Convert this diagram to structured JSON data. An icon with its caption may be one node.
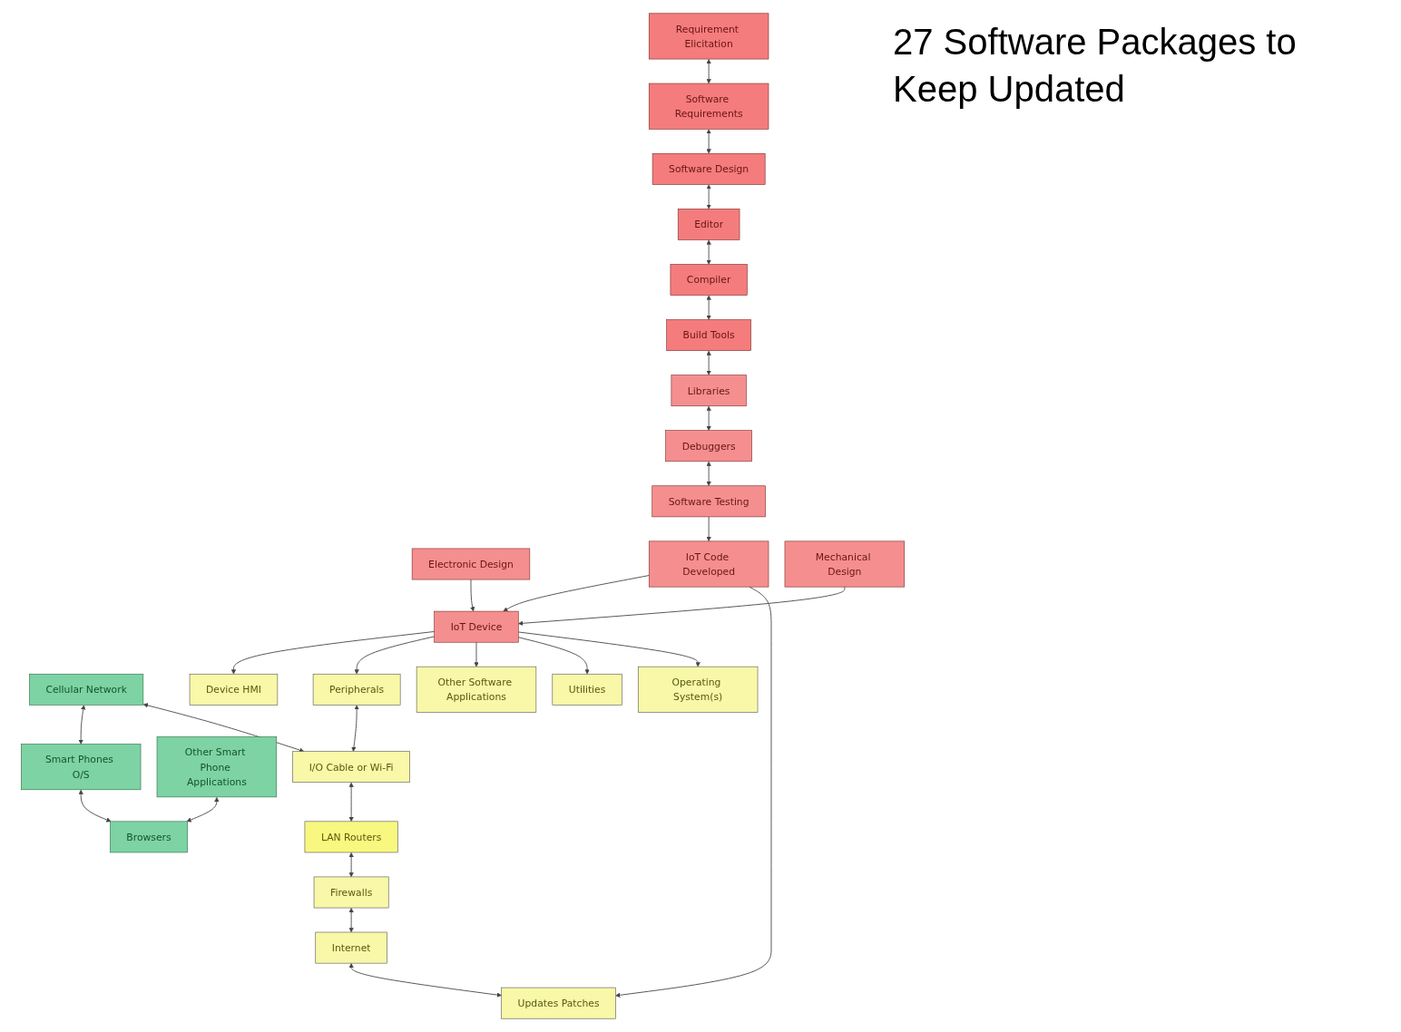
{
  "diagram": {
    "title": "27 Software Packages to Keep Updated",
    "nodes": [
      {
        "text": [
          "Requirement Elicitation"
        ]
      },
      {
        "text": [
          "Software Requirements"
        ]
      },
      {
        "text": [
          "Software Design"
        ]
      },
      {
        "text": [
          "Editor"
        ]
      },
      {
        "text": [
          "Compiler"
        ]
      },
      {
        "text": [
          "Build Tools"
        ]
      },
      {
        "text": [
          "Libraries"
        ]
      },
      {
        "text": [
          "Debuggers"
        ]
      },
      {
        "text": [
          "Software Testing"
        ]
      },
      {
        "text": [
          "Cellular Network"
        ]
      },
      {
        "text": [
          "Smart Phones O/S"
        ]
      },
      {
        "text": [
          "Electronic Design"
        ]
      },
      {
        "text": [
          "IoT Code Developed"
        ]
      },
      {
        "text": [
          "Other Smart Phone Applications"
        ]
      },
      {
        "text": [
          "Browsers"
        ]
      },
      {
        "text": [
          "Mechanical Design"
        ]
      },
      {
        "text": [
          "IoT Device"
        ]
      },
      {
        "text": [
          "Device HMI"
        ]
      },
      {
        "text": [
          "Peripherals"
        ]
      },
      {
        "text": [
          "Other Software Applications"
        ]
      },
      {
        "text": [
          "Utilities"
        ]
      },
      {
        "text": [
          "Operating System(s)"
        ]
      },
      {
        "text": [
          "I/O Cable or Wi-Fi"
        ]
      },
      {
        "text": [
          "LAN Routers"
        ]
      },
      {
        "text": [
          "Firewalls"
        ]
      },
      {
        "text": [
          "Internet"
        ]
      },
      {
        "text": [
          "Updates Patches"
        ]
      }
    ],
    "edges": [
      {
        "from": 0,
        "to": 1,
        "arrow": "both"
      },
      {
        "from": 1,
        "to": 2,
        "arrow": "both"
      },
      {
        "from": 2,
        "to": 3,
        "arrow": "both"
      },
      {
        "from": 3,
        "to": 4,
        "arrow": "both"
      },
      {
        "from": 4,
        "to": 5,
        "arrow": "both"
      },
      {
        "from": 5,
        "to": 6,
        "arrow": "both"
      },
      {
        "from": 6,
        "to": 7,
        "arrow": "both"
      },
      {
        "from": 7,
        "to": 8,
        "arrow": "both"
      },
      {
        "from": 8,
        "to": 12,
        "arrow": "to"
      },
      {
        "from": 9,
        "to": 10,
        "arrow": "both"
      },
      {
        "from": 10,
        "to": 14,
        "arrow": "both"
      },
      {
        "from": 13,
        "to": 14,
        "arrow": "both"
      },
      {
        "from": 9,
        "to": 22,
        "arrow": "both"
      },
      {
        "from": 11,
        "to": 16,
        "arrow": "to"
      },
      {
        "from": 15,
        "to": 16,
        "arrow": "to"
      },
      {
        "from": 12,
        "to": 16,
        "arrow": "to"
      },
      {
        "from": 12,
        "to": 26,
        "arrow": "to"
      },
      {
        "from": 16,
        "to": 17,
        "arrow": "to"
      },
      {
        "from": 16,
        "to": 18,
        "arrow": "to"
      },
      {
        "from": 16,
        "to": 19,
        "arrow": "to"
      },
      {
        "from": 16,
        "to": 20,
        "arrow": "to"
      },
      {
        "from": 16,
        "to": 21,
        "arrow": "to"
      },
      {
        "from": 18,
        "to": 22,
        "arrow": "both"
      },
      {
        "from": 22,
        "to": 23,
        "arrow": "both"
      },
      {
        "from": 23,
        "to": 24,
        "arrow": "both"
      },
      {
        "from": 24,
        "to": 25,
        "arrow": "both"
      },
      {
        "from": 25,
        "to": 26,
        "arrow": "both"
      }
    ]
  }
}
